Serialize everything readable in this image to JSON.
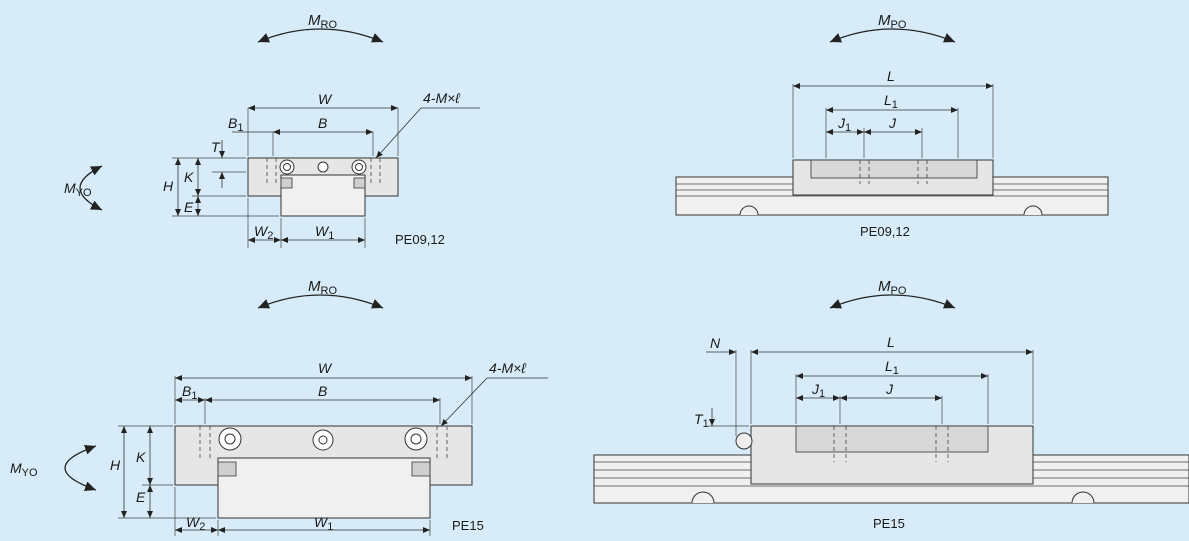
{
  "figures": {
    "top_left": {
      "moment": "M",
      "moment_sub": "RO",
      "yaw": "M",
      "yaw_sub": "YO",
      "W": "W",
      "B": "B",
      "B1": "B",
      "B1_sub": "1",
      "T": "T",
      "K": "K",
      "H": "H",
      "E": "E",
      "W2": "W",
      "W2_sub": "2",
      "W1": "W",
      "W1_sub": "1",
      "bolt": "4-M×ℓ",
      "caption": "PE09,12"
    },
    "top_right": {
      "moment": "M",
      "moment_sub": "PO",
      "L": "L",
      "L1": "L",
      "L1_sub": "1",
      "J1": "J",
      "J1_sub": "1",
      "J": "J",
      "caption": "PE09,12"
    },
    "bottom_left": {
      "moment": "M",
      "moment_sub": "RO",
      "yaw": "M",
      "yaw_sub": "YO",
      "W": "W",
      "B": "B",
      "B1": "B",
      "B1_sub": "1",
      "K": "K",
      "H": "H",
      "E": "E",
      "W2": "W",
      "W2_sub": "2",
      "W1": "W",
      "W1_sub": "1",
      "bolt": "4-M×ℓ",
      "caption": "PE15"
    },
    "bottom_right": {
      "moment": "M",
      "moment_sub": "PO",
      "N": "N",
      "T1": "T",
      "T1_sub": "1",
      "L": "L",
      "L1": "L",
      "L1_sub": "1",
      "J1": "J",
      "J1_sub": "1",
      "J": "J",
      "caption": "PE15"
    }
  },
  "colors": {
    "background": "#d7ecf8",
    "block": "#e6e6e6",
    "rail": "#f0f0f0"
  }
}
